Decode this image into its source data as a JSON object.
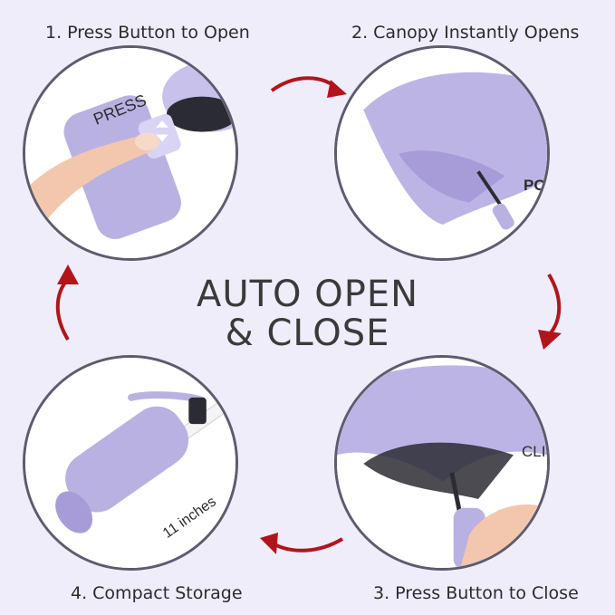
{
  "steps": {
    "step1": {
      "label": "1. Press Button to Open",
      "callout": "PRESS"
    },
    "step2": {
      "label": "2. Canopy Instantly Opens",
      "callout": "POP!"
    },
    "step3": {
      "label": "3. Press Button to Close",
      "callout": "CLICK"
    },
    "step4": {
      "label": "4. Compact Storage",
      "callout": "11 inches"
    }
  },
  "title": {
    "line1": "AUTO OPEN",
    "line2": "& CLOSE"
  },
  "colors": {
    "background": "#efedf9",
    "umbrella": "#b7aee0",
    "arrow": "#b3141c",
    "circle_border": "#5e5b6e"
  }
}
